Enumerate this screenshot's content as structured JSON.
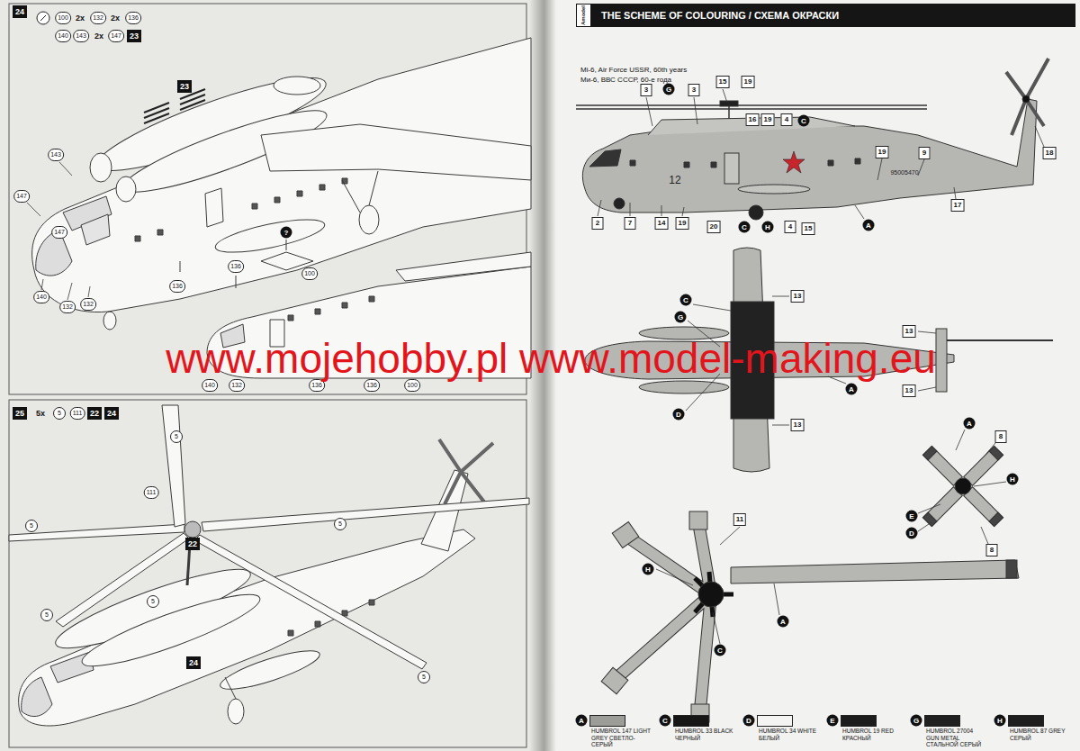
{
  "diagram": {
    "title": "THE SCHEME OF COLOURING / СХЕМА ОКРАСКИ",
    "labels": [
      "24",
      "100",
      "2x",
      "132",
      "2x",
      "136",
      "140",
      "143",
      "2x",
      "147",
      "23",
      "23",
      "143",
      "147",
      "147",
      "140",
      "132",
      "132",
      "136",
      "?",
      "100",
      "136",
      "140",
      "132",
      "136",
      "136",
      "100",
      "25",
      "5x",
      "5",
      "111",
      "22",
      "24",
      "5",
      "111",
      "22",
      "5",
      "5",
      "5",
      "5",
      "5",
      "24",
      "www.mojehobby.pl www.model-making.eu",
      "Amodel",
      "Mi-6, Air Force USSR, 60th years",
      "Ми-6, ВВС СССР, 60-е года",
      "3",
      "G",
      "3",
      "15",
      "19",
      "16",
      "19",
      "4",
      "C",
      "19",
      "9",
      "18",
      "17",
      "2",
      "7",
      "14",
      "19",
      "20",
      "C",
      "H",
      "4",
      "15",
      "A",
      "12",
      "95005470",
      "C",
      "13",
      "G",
      "13",
      "13",
      "A",
      "D",
      "13",
      "A",
      "8",
      "H",
      "E",
      "D",
      "8",
      "11",
      "H",
      "A",
      "C",
      "A",
      "C",
      "D",
      "E",
      "G",
      "H"
    ],
    "legend": [
      {
        "text": "HUMBROL 147 LIGHT GREY СВЕТЛО-СЕРЫЙ",
        "color": "#9c9c99"
      },
      {
        "text": "HUMBROL 33 BLACK ЧЕРНЫЙ",
        "color": "#161616"
      },
      {
        "text": "HUMBROL 34 WHITE БЕЛЫЙ",
        "color": "#f4f4f2"
      },
      {
        "text": "HUMBROL 19 RED КРАСНЫЙ",
        "color": "#1c1c1c"
      },
      {
        "text": "HUMBROL 27004 GUN METAL СТАЛЬНОЙ СЕРЫЙ",
        "color": "#202020"
      },
      {
        "text": "HUMBROL 87 GREY СЕРЫЙ",
        "color": "#1e1e1e"
      }
    ]
  }
}
